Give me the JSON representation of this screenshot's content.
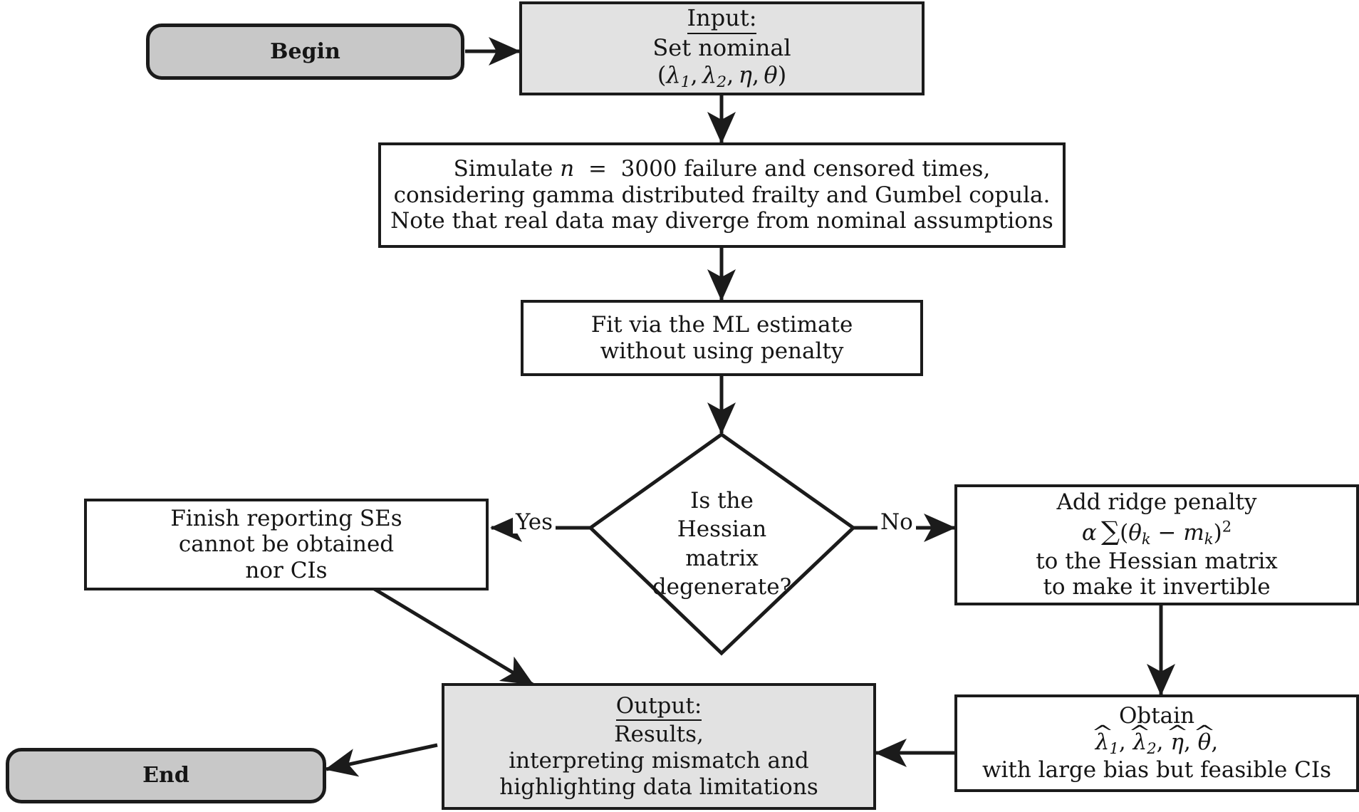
{
  "diagram": {
    "type": "flowchart",
    "title": "Simulation flowchart for penalized ML estimation under Hessian degeneracy",
    "background_color": "#ffffff",
    "stroke_color": "#1b1b1b",
    "terminator_fill": "#c8c8c8",
    "io_fill": "#e2e2e2",
    "process_fill": "#ffffff"
  },
  "nodes": {
    "begin": {
      "label": "Begin",
      "shape": "terminator"
    },
    "input": {
      "shape": "io",
      "heading": "Input:",
      "line2": "Set nominal",
      "line3": "(λ1, λ2, η, θ)"
    },
    "simulate": {
      "shape": "process",
      "line1_pre": "Simulate",
      "line1_var": "n",
      "line1_eq": "=",
      "line1_n": "3000",
      "line1_post": "failure and censored times,",
      "line2": "considering gamma distributed frailty and Gumbel copula.",
      "line3": "Note that real data may diverge from nominal assumptions"
    },
    "fit": {
      "shape": "process",
      "line1": "Fit via the ML estimate",
      "line2": "without using penalty"
    },
    "decision": {
      "shape": "diamond",
      "line1": "Is the",
      "line2": "Hessian",
      "line3": "matrix",
      "line4": "degenerate?"
    },
    "finish": {
      "shape": "process",
      "line1": "Finish reporting SEs",
      "line2": "cannot be obtained",
      "line3": "nor CIs"
    },
    "ridge": {
      "shape": "process",
      "line1": "Add ridge penalty",
      "line2_formula": "α ∑(θk − mk)²",
      "line3": "to the Hessian matrix",
      "line4": "to make it invertible"
    },
    "obtain": {
      "shape": "process",
      "line1": "Obtain",
      "line2_estimates": "λ̂1, λ̂2, η̂, θ̂,",
      "line3": "with large bias but feasible CIs"
    },
    "output": {
      "shape": "io",
      "heading": "Output:",
      "line2": "Results,",
      "line3": "interpreting mismatch and",
      "line4": "highlighting data limitations"
    },
    "end": {
      "label": "End",
      "shape": "terminator"
    }
  },
  "edge_labels": {
    "yes": "Yes",
    "no": "No"
  },
  "edges": [
    {
      "from": "begin",
      "to": "input",
      "label": ""
    },
    {
      "from": "input",
      "to": "simulate",
      "label": ""
    },
    {
      "from": "simulate",
      "to": "fit",
      "label": ""
    },
    {
      "from": "fit",
      "to": "decision",
      "label": ""
    },
    {
      "from": "decision",
      "to": "finish",
      "label": "Yes"
    },
    {
      "from": "decision",
      "to": "ridge",
      "label": "No"
    },
    {
      "from": "finish",
      "to": "output",
      "label": ""
    },
    {
      "from": "ridge",
      "to": "obtain",
      "label": ""
    },
    {
      "from": "obtain",
      "to": "output",
      "label": ""
    },
    {
      "from": "output",
      "to": "end",
      "label": ""
    }
  ]
}
